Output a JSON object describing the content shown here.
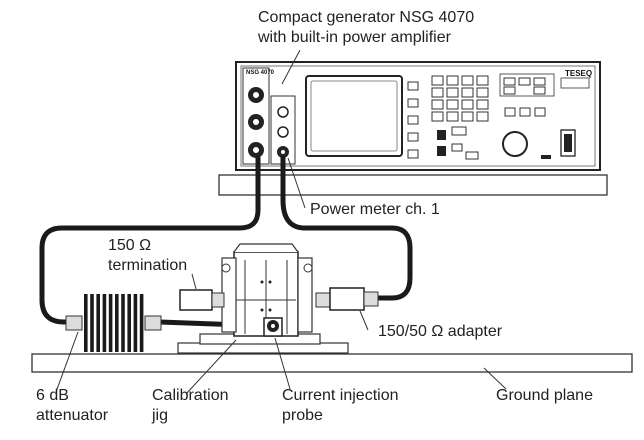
{
  "labels": {
    "generator_line1": "Compact generator NSG 4070",
    "generator_line2": "with built-in power amplifier",
    "power_meter": "Power meter ch. 1",
    "termination_line1": "150 Ω",
    "termination_line2": "termination",
    "adapter": "150/50 Ω adapter",
    "attenuator_line1": "6 dB",
    "attenuator_line2": "attenuator",
    "calibration_line1": "Calibration",
    "calibration_line2": "jig",
    "probe_line1": "Current injection",
    "probe_line2": "probe",
    "ground_plane": "Ground plane"
  },
  "device": {
    "model_text": "NSG 4070",
    "brand_text": "TESEQ"
  },
  "colors": {
    "cable": "#1a1a1a",
    "line": "#333333",
    "fill": "#ffffff",
    "shade": "#e6e6e6",
    "dark": "#111111"
  }
}
